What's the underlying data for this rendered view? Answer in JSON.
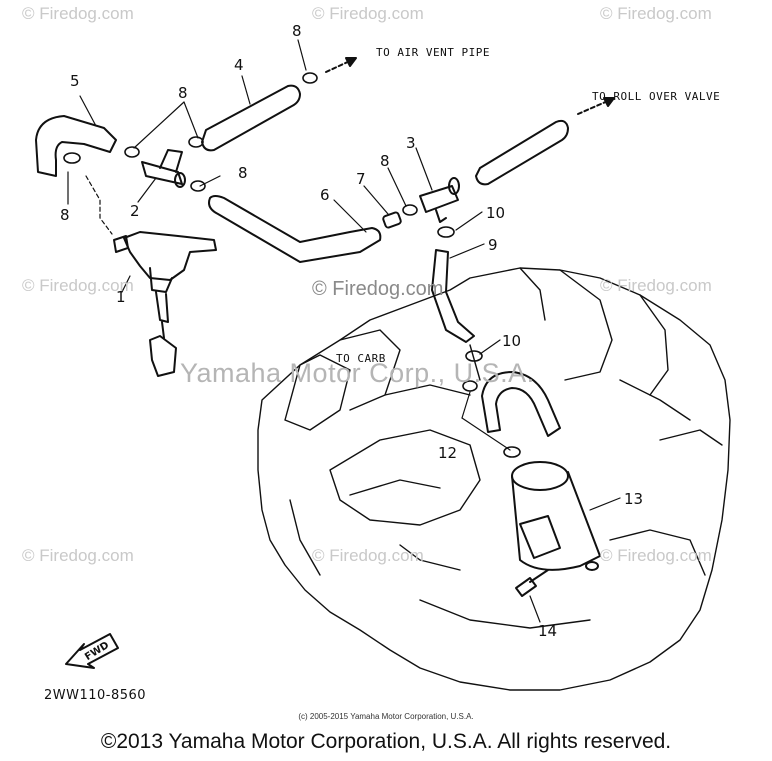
{
  "watermarks": {
    "tile": "© Firedog.com",
    "center": "© Firedog.com",
    "company": "Yamaha Motor Corp., U.S.A."
  },
  "callouts": {
    "n1": "1",
    "n2": "2",
    "n3": "3",
    "n4": "4",
    "n5": "5",
    "n6": "6",
    "n7": "7",
    "n8": "8",
    "n9": "9",
    "n10": "10",
    "n12": "12",
    "n13": "13",
    "n14": "14"
  },
  "directions": {
    "air_vent": "TO AIR VENT PIPE",
    "roll_over": "TO ROLL OVER VALVE",
    "carb": "TO CARB"
  },
  "fwd_label": "FWD",
  "part_code": "2WW110-8560",
  "small_copyright": "(c) 2005-2015 Yamaha Motor Corporation, U.S.A.",
  "copyright": "©2013 Yamaha Motor Corporation, U.S.A. All rights reserved.",
  "colors": {
    "line": "#111111",
    "watermark": "#c9c9c9",
    "background": "#ffffff"
  }
}
